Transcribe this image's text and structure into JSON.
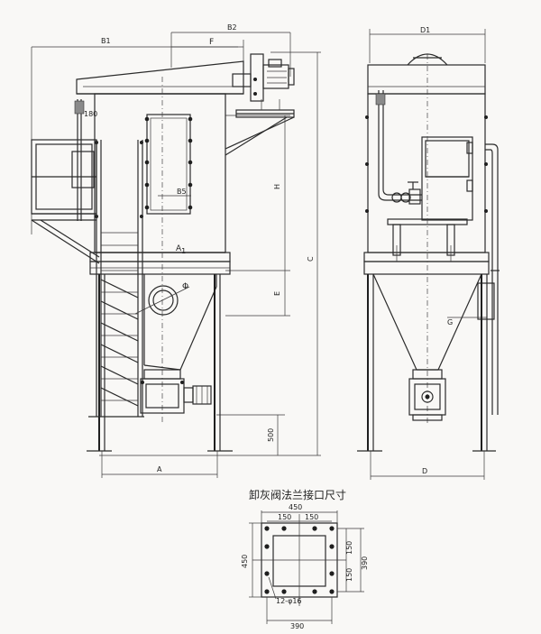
{
  "front_view": {
    "dim_b1": "B1",
    "dim_b2": "B2",
    "dim_f": "F",
    "dim_180": "180",
    "dim_h": "H",
    "dim_c": "C",
    "dim_e": "E",
    "dim_b5": "B5",
    "label_a1": "A",
    "label_a1_sub": "1",
    "label_phi": "Φ",
    "dim_500": "500",
    "dim_a": "A"
  },
  "side_view": {
    "dim_d1": "D1",
    "dim_g": "G",
    "dim_d": "D"
  },
  "flange_detail": {
    "caption": "卸灰阀法兰接口尺寸",
    "dim_450_top": "450",
    "dim_150_left": "150",
    "dim_150_right": "150",
    "dim_450_left": "450",
    "dim_150_v1": "150",
    "dim_150_v2": "150",
    "dim_390_right": "390",
    "bolt_note": "12-φ16",
    "dim_390_bottom": "390"
  }
}
